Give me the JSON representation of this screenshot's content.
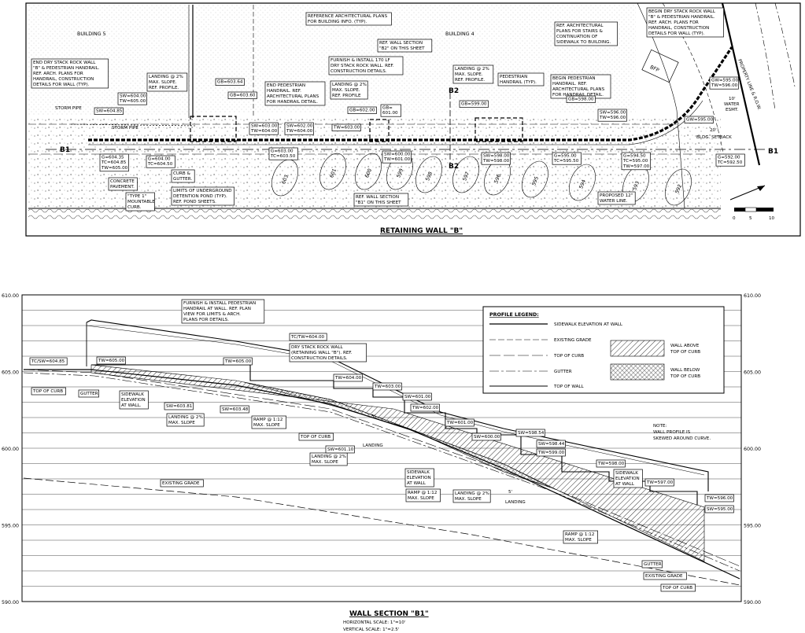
{
  "plan": {
    "title": "RETAINING WALL \"B\"",
    "building_left": "BUILDING 5",
    "building_right": "BUILDING 4",
    "notes": [
      [
        "REFERENCE ARCHITECTURAL PLANS",
        "FOR BUILDING INFO. (TYP)."
      ],
      [
        "REF. WALL SECTION",
        "\"B2\" ON THIS SHEET"
      ],
      [
        "FURNISH & INSTALL 170 LF",
        "DRY STACK ROCK WALL. REF.",
        "CONSTRUCTION DETAILS."
      ],
      [
        "REF. ARCHITECTURAL",
        "PLANS FOR STAIRS &",
        "CONTINUATION OF",
        "SIDEWALK TO BUILDING."
      ],
      [
        "BEGIN DRY STACK ROCK WALL",
        "\"B\" & PEDESTRIAN HANDRAIL.",
        "REF. ARCH. PLANS FOR",
        "HANDRAIL, CONSTRUCTION",
        "DETAILS FOR WALL (TYP)."
      ],
      [
        "END DRY STACK ROCK WALL",
        "\"B\" & PEDESTRIAN HANDRAIL.",
        "REF. ARCH. PLANS FOR",
        "HANDRAIL, CONSTRUCTION",
        "DETAILS FOR WALL (TYP)."
      ],
      [
        "LANDING @ 2%",
        "MAX. SLOPE.",
        "REF. PROFILE."
      ],
      [
        "END PEDESTRIAN",
        "HANDRAIL. REF.",
        "ARCHITECTURAL PLANS",
        "FOR HANDRAIL DETAIL."
      ],
      [
        "LANDING @ 2%",
        "MAX. SLOPE.",
        "REF. PROFILE"
      ],
      [
        "LANDING @ 2%",
        "MAX. SLOPE.",
        "REF. PROFILE."
      ],
      [
        "PEDESTRIAN",
        "HANDRAIL (TYP)."
      ],
      [
        "BEGIN PEDESTRIAN",
        "HANDRAIL. REF.",
        "ARCHITECTURAL PLANS",
        "FOR HANDRAIL DETAIL."
      ],
      [
        "CONCRETE",
        "PAVEMENT."
      ],
      [
        "\"TYPE 1\"",
        "MOUNTABLE",
        "CURB."
      ],
      [
        "CURB &",
        "GUTTER."
      ],
      [
        "LIMITS OF UNDERGROUND",
        "DETENTION POND (TYP).",
        "REF. POND SHEETS."
      ],
      [
        "REF. WALL SECTION",
        "\"B1\" ON THIS SHEET"
      ],
      [
        "PROPOSED 12\"",
        "WATER LINE."
      ]
    ],
    "elevation_tags": [
      [
        "SW=604.00",
        "TW=605.00"
      ],
      [
        "SW=604.85"
      ],
      [
        "GB=603.64"
      ],
      [
        "GB=603.60"
      ],
      [
        "SW=603.00",
        "TW=604.00"
      ],
      [
        "SW=602.00",
        "TW=604.00"
      ],
      [
        "GB=602.00"
      ],
      [
        "GB=",
        "601.00"
      ],
      [
        "TW=603.00"
      ],
      [
        "GB=599.00"
      ],
      [
        "GB=598.00"
      ],
      [
        "G=604.35",
        "TC=604.85",
        "TW=605.00"
      ],
      [
        "G=604.00",
        "TC=604.50"
      ],
      [
        "G=603.00",
        "TC=603.50"
      ],
      [
        "SW=600.00",
        "TW=601.00"
      ],
      [
        "SW=598.00",
        "TW=598.00"
      ],
      [
        "G=595.00",
        "TC=595.50"
      ],
      [
        "G=594.50",
        "TC=595.00",
        "TW=597.00"
      ],
      [
        "SW=596.00",
        "TW=596.00"
      ],
      [
        "GW=595.00",
        "TW=596.00"
      ],
      [
        "GW=595.00"
      ],
      [
        "G=592.00",
        "TC=592.50"
      ]
    ],
    "labels": {
      "storm_pipe": "STORM PIPE",
      "storm_pipe2": "STORM PIPE",
      "b1": "B1",
      "b2": "B2",
      "property_line": "PROPERTY LINE & R.O.W.",
      "water_esmt": [
        "10'",
        "WATER",
        "ESMT."
      ],
      "bldg_setback": [
        "20'",
        "BLDG. SETBACK"
      ],
      "bfp": "BFP",
      "scale_ticks": [
        "0",
        "5",
        "10"
      ]
    },
    "contours": [
      "603",
      "601",
      "600",
      "599",
      "598",
      "597",
      "596",
      "595",
      "594",
      "593",
      "592"
    ]
  },
  "section": {
    "title": "WALL SECTION \"B1\"",
    "h_scale": "HORIZONTAL SCALE: 1\"=10'",
    "v_scale": "VERTICAL SCALE: 1\"=2.5'",
    "y_axis": [
      "610.00",
      "605.00",
      "600.00",
      "595.00",
      "590.00"
    ],
    "legend": {
      "title": "PROFILE LEGEND:",
      "items": [
        "SIDEWALK ELEVATION AT WALL",
        "EXISTING GRADE",
        "TOP OF CURB",
        "GUTTER",
        "TOP OF WALL"
      ],
      "patterns": [
        [
          "WALL ABOVE",
          "TOP OF CURB"
        ],
        [
          "WALL BELOW",
          "TOP OF CURB"
        ]
      ]
    },
    "note": [
      "NOTE:",
      "WALL PROFILE IS",
      "SKEWED AROUND CURVE."
    ],
    "callouts": [
      [
        "FURNISH & INSTALL PEDESTRIAN",
        "HANDRAIL AT WALL. REF. PLAN",
        "VIEW FOR LIMITS & ARCH.",
        "PLANS FOR DETAILS."
      ],
      [
        "DRY STACK ROCK WALL",
        "(RETAINING WALL \"B\"). REF.",
        "CONSTRUCTION DETAILS."
      ],
      [
        "SIDEWALK",
        "ELEVATION",
        "AT WALL."
      ],
      [
        "LANDING @ 2%",
        "MAX. SLOPE"
      ],
      [
        "RAMP @ 1:12",
        "MAX. SLOPE"
      ],
      [
        "LANDING @ 2%",
        "MAX. SLOPE"
      ],
      [
        "SIDEWALK",
        "ELEVATION",
        "AT WALL"
      ],
      [
        "RAMP @ 1:12",
        "MAX. SLOPE"
      ],
      [
        "LANDING @ 2%",
        "MAX. SLOPE"
      ],
      [
        "SIDEWALK",
        "ELEVATION",
        "AT WALL"
      ],
      [
        "RAMP @ 1:12",
        "MAX. SLOPE"
      ]
    ],
    "tags": [
      "TC/SW=604.85",
      "TW=605.00",
      "TOP OF CURB",
      "GUTTER",
      "SW=603.81",
      "TW=605.00",
      "SW=603.48",
      "TC/TW=604.00",
      "TW=604.00",
      "TW=603.00",
      "SW=601.00",
      "TW=602.00",
      "TOP OF CURB",
      "SW=601.10",
      "TW=601.00",
      "SW=600.00",
      "SW=598.54",
      "SW=598.44",
      "TW=599.00",
      "TW=598.00",
      "TW=597.00",
      "TW=596.00",
      "SW=595.00",
      "EXISTING GRADE",
      "GUTTER",
      "EXISTING GRADE",
      "TOP OF CURB"
    ],
    "small": [
      "5'",
      "LANDING",
      "5'",
      "LANDING"
    ]
  }
}
